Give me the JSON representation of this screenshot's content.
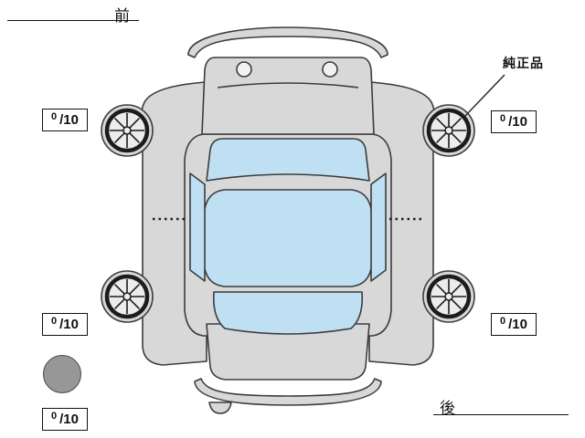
{
  "labels": {
    "front": "前",
    "rear": "後",
    "genuine_part": "純正品"
  },
  "tread_scores": {
    "front_left": {
      "value": "0",
      "max": "/10"
    },
    "front_right": {
      "value": "0",
      "max": "/10"
    },
    "rear_left": {
      "value": "0",
      "max": "/10"
    },
    "rear_right": {
      "value": "0",
      "max": "/10"
    },
    "spare": {
      "value": "0",
      "max": "/10"
    }
  },
  "colors": {
    "body": "#d8d8d8",
    "glass": "#bfdff2",
    "outline": "#3c3c3c",
    "spare_tire": "#979797",
    "background": "#ffffff"
  }
}
